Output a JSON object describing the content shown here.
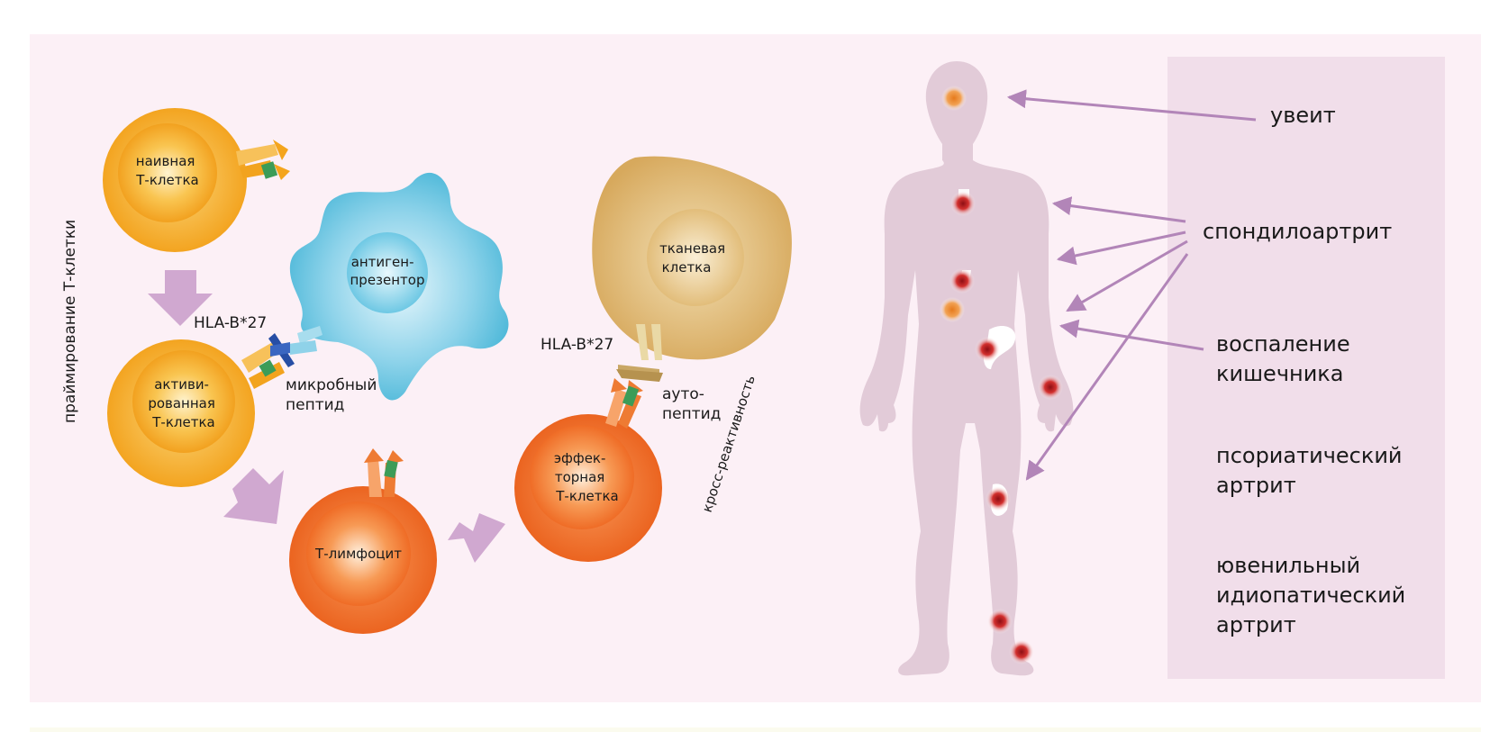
{
  "cells": {
    "naive": [
      "наивная",
      "Т-клетка"
    ],
    "activated": [
      "активи-",
      "рованная",
      "Т-клетка"
    ],
    "lymphocyte": [
      "Т-лимфоцит"
    ],
    "effector": [
      "эффек-",
      "торная",
      "Т-клетка"
    ],
    "apc": [
      "антиген-",
      "презентор"
    ],
    "tissue": [
      "тканевая",
      "клетка"
    ]
  },
  "labels": {
    "priming": "праймирование Т-клетки",
    "hla_left": "HLA-B*27",
    "hla_right": "HLA-B*27",
    "microbial_peptide": [
      "микробный",
      "пептид"
    ],
    "auto_peptide": [
      "ауто-",
      "пептид"
    ],
    "cross_reactivity": "кросс-реактивность"
  },
  "diseases": [
    "увеит",
    "спондилоартрит",
    "воспаление\nкишечника",
    "псориатический\nартрит",
    "ювенильный\nидиопатический\nартрит"
  ],
  "colors": {
    "background": "#fcf0f6",
    "disease_box": "#f1deea",
    "arrow": "#c7a0c8",
    "pointer": "#b285b8",
    "naive_cell": "#f4a524",
    "effector_cell": "#ee6a22",
    "apc": "#5cc0dc",
    "tissue_cell": "#d9ad62",
    "body": "#e1cbd8",
    "inflammation": "#c8242a"
  }
}
